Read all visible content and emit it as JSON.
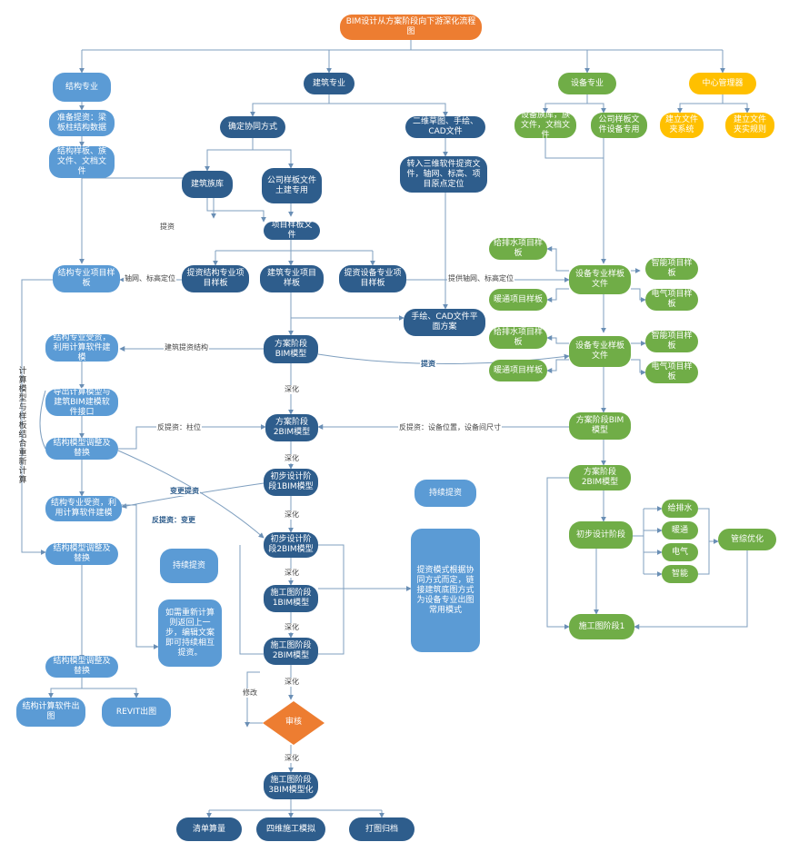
{
  "title": "BIM设计从方案阶段向下游深化流程图",
  "colors": {
    "light_blue": "#5b9bd5",
    "dark_blue": "#2e5d8c",
    "green": "#70ad47",
    "yellow": "#ffc000",
    "orange": "#ed7d31"
  },
  "nodes": {
    "title": "BIM设计从方案阶段向下游深化流程图",
    "struct_major": "结构专业",
    "arch_major": "建筑专业",
    "equip_major": "设备专业",
    "center_manage": "中心管理器",
    "struct_prep": "准备提资：梁板柱结构数据",
    "struct_template": "结构样板、族文件、文档文件",
    "collab_mode": "确定协同方式",
    "cad_draft": "二维草图、手绘、CAD文件",
    "arch_family": "建筑族库",
    "company_template_civil": "公司样板文件土建专用",
    "import_3d": "转入三维软件提资文件，轴网、标高、项目原点定位",
    "equip_family": "设备族库，族文件，文档文件",
    "company_template_equip": "公司样板文件设备专用",
    "create_file_system": "建立文件夹系统",
    "create_file_rule": "建立文件夹实规则",
    "project_template": "项目样板文件",
    "struct_project_template": "结构专业项目样板",
    "provide_struct_template": "提资结构专业项目样板",
    "arch_project_template": "建筑专业项目样板",
    "provide_equip_template": "提资设备专业项目样板",
    "equip_template_file1": "设备专业样板文件",
    "drainage_template1": "给排水项目样板",
    "hvac_template1": "暖通项目样板",
    "smart_template1": "智能项目样板",
    "elec_template1": "电气项目样板",
    "hand_cad_plan": "手绘、CAD文件平面方案",
    "struct_receive1": "结构专业受资，利用计算软件建模",
    "scheme_stage1": "方案阶段BIM模型",
    "equip_template_file2": "设备专业样板文件",
    "drainage_template2": "给排水项目样板",
    "hvac_template2": "暖通项目样板",
    "smart_template2": "智能项目样板",
    "elec_template2": "电气项目样板",
    "export_calc": "导出计算模型与建筑BIM建模软件接口",
    "struct_adjust1": "结构模型调整及替换",
    "scheme_stage2": "方案阶段2BIM模型",
    "equip_scheme1": "方案阶段BIM模型",
    "equip_scheme2": "方案阶段2BIM模型",
    "prelim1": "初步设计阶段1BIM模型",
    "struct_receive2": "结构专业受资，利用计算软件建模",
    "continuous_feedback1": "持续提资",
    "prelim2": "初步设计阶段2BIM模型",
    "struct_adjust2": "结构模型调整及替换",
    "continuous_feedback2": "持续提资",
    "equip_prelim": "初步设计阶段",
    "drainage": "给排水",
    "hvac": "暖通",
    "electric": "电气",
    "smart": "智能",
    "pipe_optimize": "管综优化",
    "collab_mode_desc": "提资模式根据协同方式而定，链接建筑底图方式为设备专业出图常用模式",
    "construction1": "施工图阶段1BIM模型",
    "recalc_note": "如需重新计算则返回上一步，编辑文案即可持续相互提资。",
    "construction2": "施工图阶段2BIM模型",
    "equip_construction": "施工图阶段1",
    "struct_adjust3": "结构模型调整及替换",
    "struct_calc_output": "结构计算软件出图",
    "revit_output": "REVIT出图",
    "review": "审核",
    "construction3": "施工图阶段3BIM模型化",
    "bill_budget": "清单算量",
    "4d_construction": "四维施工模拟",
    "print_archive": "打图归档"
  },
  "edge_labels": {
    "feedback_a": "提资",
    "axis_level_left": "轴网、标高定位",
    "axis_level_right": "提供轴网、标高定位",
    "arch_feedback_struct": "建筑提资结构",
    "feedback_b": "提资",
    "deepen1": "深化",
    "reverse_feedback_column": "反提资：柱位",
    "reverse_feedback_equip": "反提资：设备位置，设备间尺寸",
    "change_feedback": "变更提资",
    "reverse_change": "反提资：变更",
    "deepen2": "深化",
    "deepen3": "深化",
    "deepen4": "深化",
    "deepen5": "深化",
    "deepen6": "深化",
    "modify": "修改",
    "deepen7": "深化",
    "vertical_recalc": "计算模型与样板结合重新计算"
  }
}
